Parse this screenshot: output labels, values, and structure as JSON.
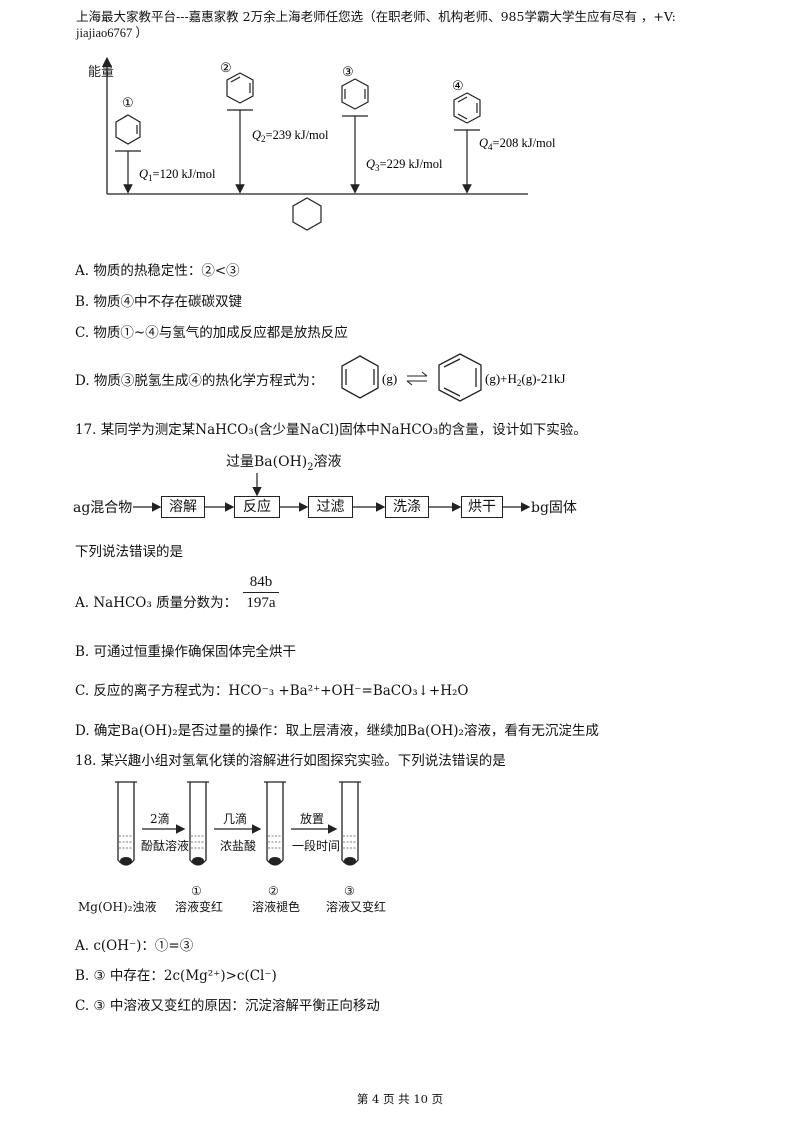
{
  "header": {
    "line1": "上海最大家教平台---嘉惠家教   2万余上海老师任您选（在职老师、机构老师、985学霸大学生应有尽有 ，+V:",
    "line2": "jiajiao6767 ）"
  },
  "energy_diagram": {
    "ylabel": "能量",
    "markers": [
      "①",
      "②",
      "③",
      "④"
    ],
    "q_labels": [
      {
        "sym": "Q",
        "sub": "1",
        "text": "=120 kJ/mol"
      },
      {
        "sym": "Q",
        "sub": "2",
        "text": "=239 kJ/mol"
      },
      {
        "sym": "Q",
        "sub": "3",
        "text": "=229 kJ/mol"
      },
      {
        "sym": "Q",
        "sub": "4",
        "text": "=208 kJ/mol"
      }
    ]
  },
  "q16": {
    "optA": "A.  物质的热稳定性：②<③",
    "optB": "B.  物质④中不存在碳碳双键",
    "optC": "C.  物质①~④与氢气的加成反应都是放热反应",
    "optD_prefix": "D.  物质③脱氢生成④的热化学方程式为：",
    "optD_g1": "(g)",
    "optD_g2": "(g)+H",
    "optD_h2sub": "2",
    "optD_tail": "(g)-21kJ"
  },
  "q17": {
    "stem": "17.  某同学为测定某NaHCO₃(含少量NaCl)固体中NaHCO₃的含量，设计如下实验。",
    "flow_top": "过量Ba(OH)",
    "flow_top_sub": "2",
    "flow_top_tail": "溶液",
    "flow_start": "ag混合物",
    "flow_end": "bg固体",
    "steps": [
      "溶解",
      "反应",
      "过滤",
      "洗涤",
      "烘干"
    ],
    "question": "下列说法错误的是",
    "optA_prefix": "A.  NaHCO₃   质量分数为：",
    "optA_num": "84b",
    "optA_den": "197a",
    "optB": "B.  可通过恒重操作确保固体完全烘干",
    "optC": "C.  反应的离子方程式为：HCO⁻₃ +Ba²⁺+OH⁻=BaCO₃↓+H₂O",
    "optD": "D.  确定Ba(OH)₂是否过量的操作：取上层清液，继续加Ba(OH)₂溶液，看有无沉淀生成"
  },
  "q18": {
    "stem": "18.  某兴趣小组对氢氧化镁的溶解进行如图探究实验。下列说法错误的是",
    "arrow_top": [
      "2滴",
      "几滴",
      "放置"
    ],
    "arrow_bottom": [
      "酚酞溶液",
      "浓盐酸",
      "一段时间"
    ],
    "tube_markers": [
      "",
      "①",
      "②",
      "③"
    ],
    "tube_labels": [
      "Mg(OH)₂浊液",
      "溶液变红",
      "溶液褪色",
      "溶液又变红"
    ],
    "optA": "A.  c(OH⁻)：①=③",
    "optB": "B.  ③ 中存在：2c(Mg²⁺)>c(Cl⁻)",
    "optC": "C.  ③ 中溶液又变红的原因：沉淀溶解平衡正向移动"
  },
  "footer": "第 4 页 共 10 页"
}
